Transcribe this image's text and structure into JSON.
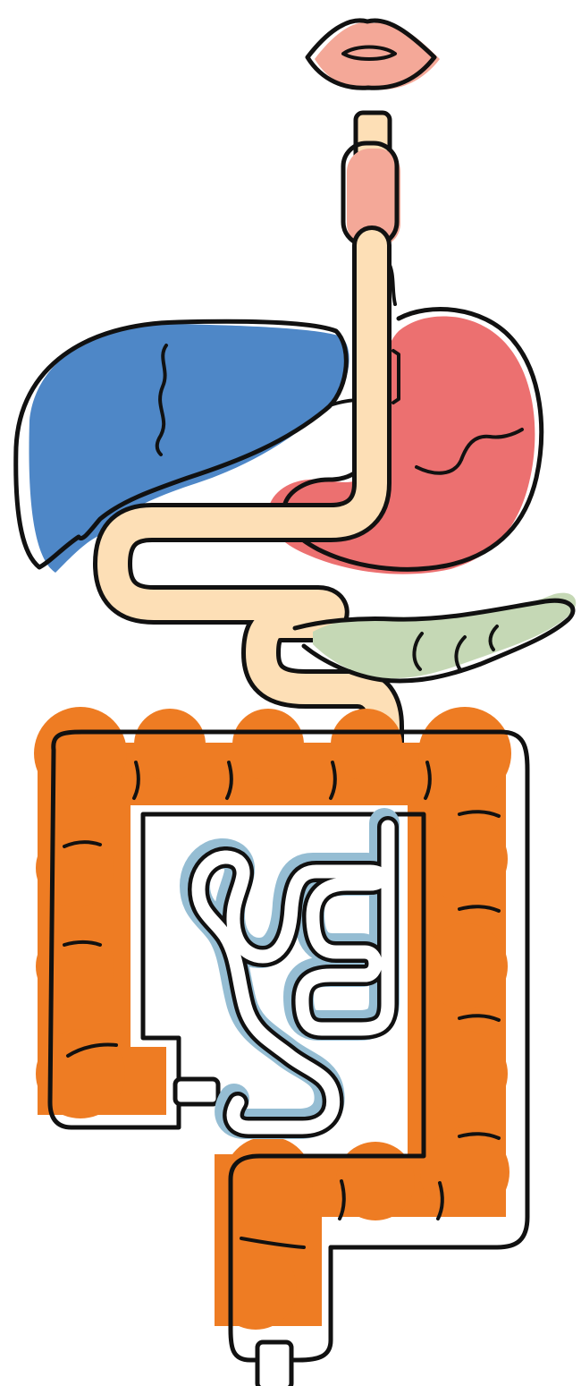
{
  "diagram": {
    "organs": [
      {
        "id": "mouth",
        "icon": "lips-icon",
        "color": "#F4A898"
      },
      {
        "id": "esophagus",
        "icon": "esophagus-icon",
        "color": "#F4A898"
      },
      {
        "id": "liver",
        "icon": "liver-icon",
        "color": "#4E87C7"
      },
      {
        "id": "stomach",
        "icon": "stomach-icon",
        "color": "#EC7070"
      },
      {
        "id": "duodenum",
        "icon": "duodenum-icon",
        "color": "#FDDFB6"
      },
      {
        "id": "pancreas",
        "icon": "pancreas-icon",
        "color": "#C5D8B5"
      },
      {
        "id": "small-intestine",
        "icon": "small-intestine-icon",
        "color": "#95BDD3"
      },
      {
        "id": "large-intestine",
        "icon": "large-intestine-icon",
        "color": "#EE7C23"
      },
      {
        "id": "rectum",
        "icon": "rectum-icon",
        "color": "#EE7C23"
      }
    ],
    "colors": {
      "outline": "#111111",
      "tube": "#FDDFB6",
      "background": "#FFFFFF"
    }
  }
}
